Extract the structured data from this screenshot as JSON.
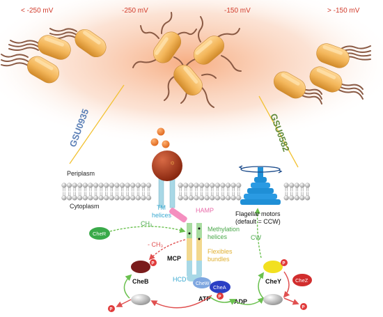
{
  "potentials": {
    "p1": "< -250 mV",
    "p2": "-250 mV",
    "p3": "-150 mV",
    "p4": "> -150 mV"
  },
  "genes": {
    "left": "GSU0935",
    "right": "GSU0582"
  },
  "membrane": {
    "periplasm": "Periplasm",
    "cytoplasm": "Cytoplasm"
  },
  "labels": {
    "tm_line1": "TM",
    "tm_line2": "helices",
    "hamp": "HAMP",
    "motor_line1": "Flagellar motors",
    "motor_line2": "(default = CCW)",
    "methyl_line1": "Methylation",
    "methyl_line2": "helices",
    "flex_line1": "Flexibles",
    "flex_line2": "bundles",
    "mcp": "MCP",
    "hcd": "HCD",
    "ch3_top": "CH₃",
    "ch3_bottom": "- CH₃",
    "cw": "CW",
    "atp": "ATP",
    "adp": "ADP",
    "p": "P"
  },
  "proteins": {
    "cher": "CheR",
    "cheb": "CheB",
    "chew": "CheW",
    "chea": "CheA",
    "chey": "CheY",
    "chez": "CheZ"
  },
  "colors": {
    "cell": "#f3b65a",
    "flagella": "#8a5a44",
    "heme_sphere": "#a0341c",
    "orange_ball": "#e8792c",
    "motor": "#1f8fd6",
    "tm_helix": "#a8d8e6",
    "hamp": "#f48fbf",
    "methyl_helix": "#a8dca0",
    "flex_bundle": "#f2d88e",
    "cher": "#3aaa4a",
    "cheb": "#7a1c1c",
    "chew": "#7fa7e0",
    "chea": "#2b3fc4",
    "chey": "#f2e020",
    "chez": "#d12d2d",
    "phospho": "#e03b3b",
    "green_arrow": "#6ac04e",
    "red_arrow": "#e05050",
    "glow": "#f6a070"
  }
}
